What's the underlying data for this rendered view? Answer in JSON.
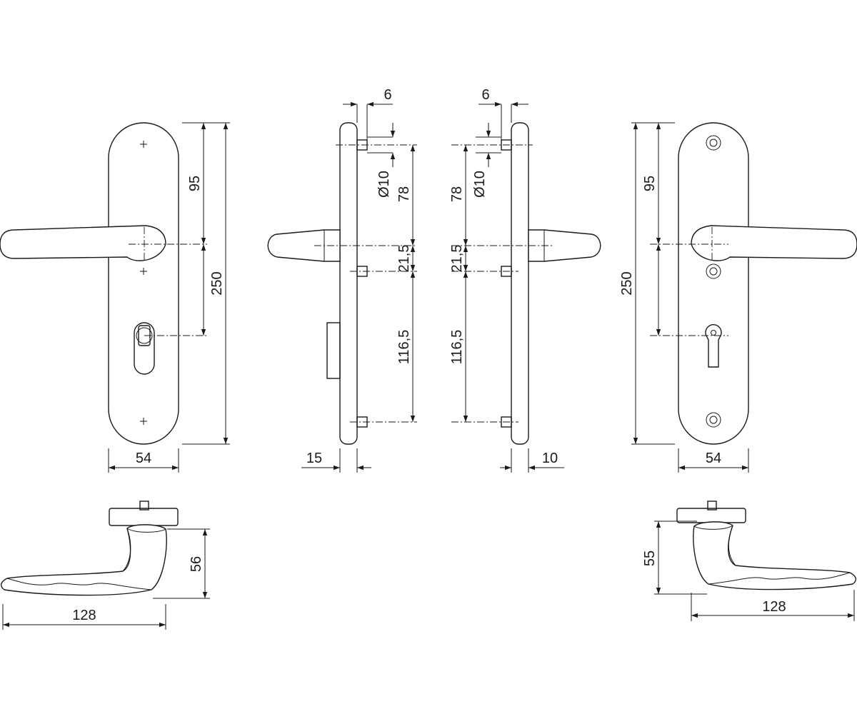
{
  "dimensions": {
    "front_left": {
      "d95": "95",
      "d250": "250",
      "d54": "54"
    },
    "side_left": {
      "d6": "6",
      "dia10": "Ø10",
      "d78": "78",
      "d21_5": "21,5",
      "d116_5": "116,5",
      "d15": "15"
    },
    "side_right": {
      "d6": "6",
      "dia10": "Ø10",
      "d78": "78",
      "d21_5": "21,5",
      "d116_5": "116,5",
      "d10": "10"
    },
    "front_right": {
      "d95": "95",
      "d250": "250",
      "d54": "54"
    },
    "top_left": {
      "d56": "56",
      "d128": "128"
    },
    "top_right": {
      "d55": "55",
      "d128": "128"
    }
  }
}
